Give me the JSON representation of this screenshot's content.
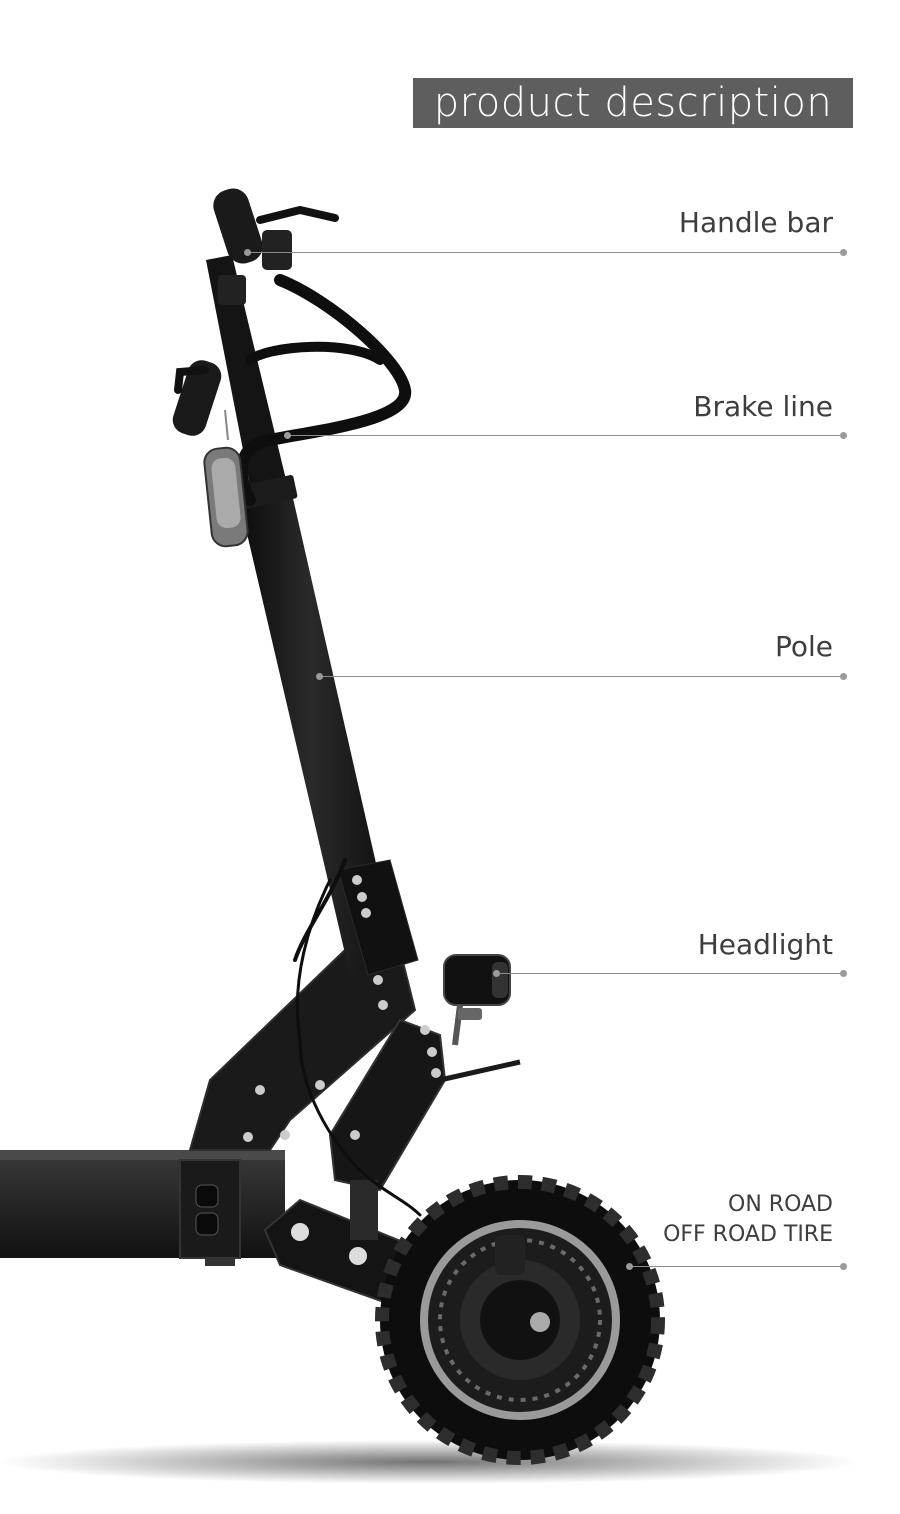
{
  "header": {
    "title": "product description"
  },
  "callouts": {
    "handle_bar": "Handle bar",
    "brake_line": "Brake line",
    "pole": "Pole",
    "headlight": "Headlight",
    "tire_line1": "ON ROAD",
    "tire_line2": "OFF ROAD TIRE"
  }
}
